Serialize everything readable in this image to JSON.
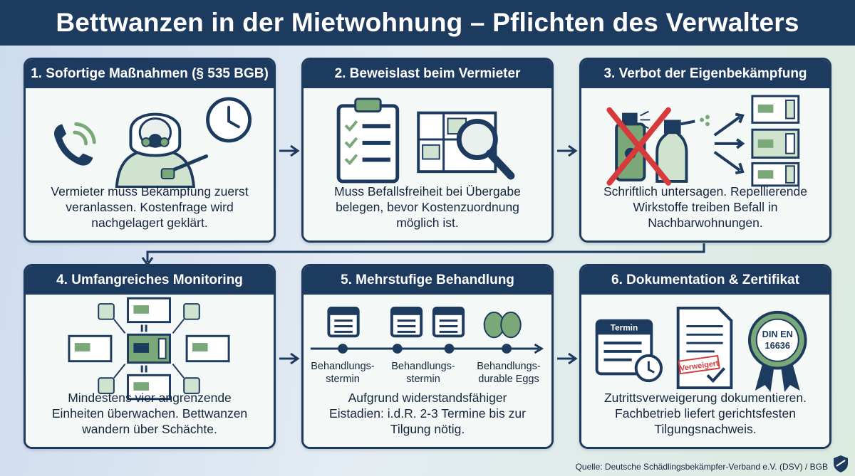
{
  "title": "Bettwanzen in der Mietwohnung – Pflichten des Verwalters",
  "cards": [
    {
      "header": "1. Sofortige Maßnahmen (§ 535 BGB)",
      "text_lines": [
        "Vermieter muss Bekämpfung zuerst",
        "veranlassen. Kostenfrage wird",
        "nachgelagert geklärt."
      ]
    },
    {
      "header": "2. Beweislast beim Vermieter",
      "text_lines": [
        "Muss Befallsfreiheit bei Übergabe",
        "belegen, bevor Kostenzuordnung",
        "möglich ist."
      ]
    },
    {
      "header": "3. Verbot der Eigenbekämpfung",
      "text_lines": [
        "Schriftlich untersagen. Repellierende",
        "Wirkstoffe treiben Befall in",
        "Nachbarwohnungen."
      ]
    },
    {
      "header": "4. Umfangreiches Monitoring",
      "text_lines": [
        "Mindestens vier angrenzende",
        "Einheiten überwachen. Bettwanzen",
        "wandern über Schächte."
      ]
    },
    {
      "header": "5. Mehrstufige Behandlung",
      "text_lines": [
        "Aufgrund widerstandsfähiger",
        "Eistadien: i.d.R. 2-3 Termine bis zur",
        "Tilgung nötig."
      ],
      "timeline": [
        {
          "line1": "Behandlungs-",
          "line2": "stermin"
        },
        {
          "line1": "Behandlungs-",
          "line2": "stermin"
        },
        {
          "line1": "Behandlungs-",
          "line2": "durable Eggs"
        }
      ]
    },
    {
      "header": "6. Dokumentation & Zertifikat",
      "text_lines": [
        "Zutrittsverweigerung dokumentieren.",
        "Fachbetrieb liefert gerichtsfesten",
        "Tilgungsnachweis."
      ],
      "calendar_label": "Termin",
      "stamp_label": "Verweigert",
      "seal_line1": "DIN EN",
      "seal_line2": "16636"
    }
  ],
  "source": "Quelle: Deutsche Schädlingsbekämpfer-Verband e.V. (DSV) / BGB",
  "colors": {
    "navy": "#1d3a5f",
    "green": "#7aa879",
    "light_green": "#cfe3cf",
    "red": "#d63a3a"
  }
}
